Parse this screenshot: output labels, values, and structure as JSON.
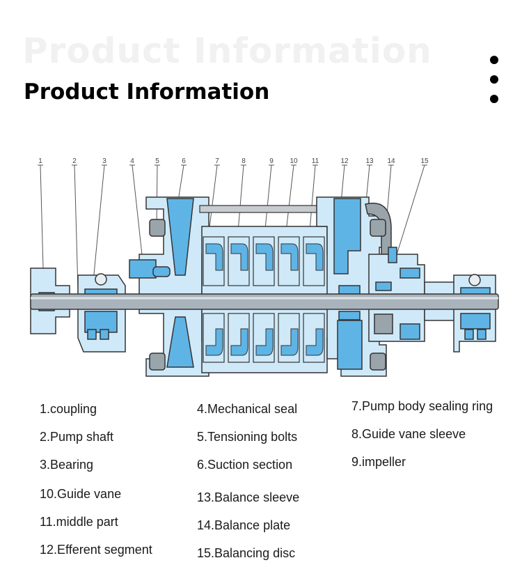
{
  "header": {
    "background_title": "Product Information",
    "title": "Product Information"
  },
  "diagram": {
    "callout_numbers": [
      "1",
      "2",
      "3",
      "4",
      "5",
      "6",
      "7",
      "8",
      "9",
      "10",
      "11",
      "12",
      "13",
      "14",
      "15"
    ],
    "colors": {
      "fluid": "#5fb4e6",
      "fluid_light": "#cfe9f8",
      "outline": "#333333",
      "shaft": "#a9b3bb"
    }
  },
  "legend": [
    "1.coupling",
    "2.Pump shaft",
    "3.Bearing",
    "10.Guide vane",
    "11.middle part",
    "12.Efferent segment",
    "4.Mechanical seal",
    "5.Tensioning bolts",
    "6.Suction section",
    "13.Balance sleeve",
    "14.Balance plate",
    "15.Balancing disc",
    "7.Pump body sealing ring",
    "8.Guide vane sleeve",
    "9.impeller"
  ]
}
